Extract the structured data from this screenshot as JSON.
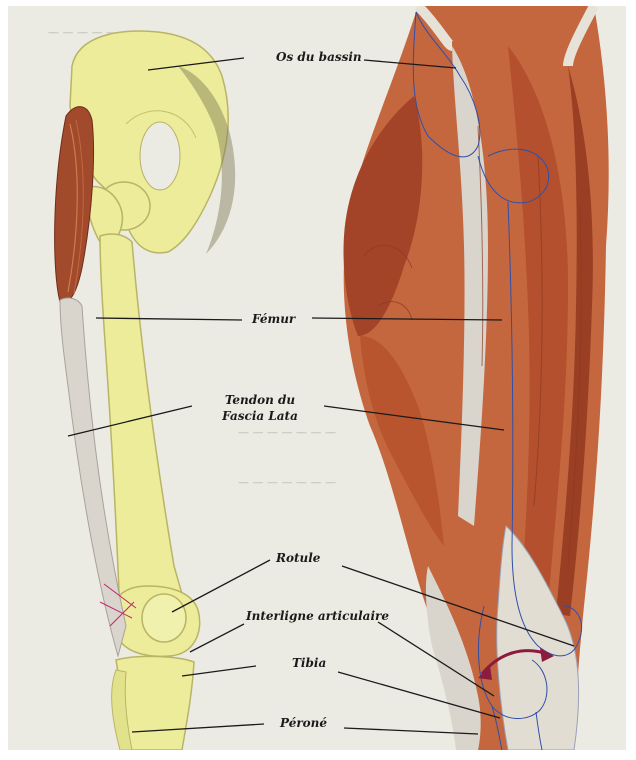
{
  "labels": {
    "os_du_bassin": "Os du bassin",
    "femur": "Fémur",
    "tendon_line1": "Tendon du",
    "tendon_line2": "Fascia Lata",
    "rotule": "Rotule",
    "interligne": "Interligne articulaire",
    "tibia": "Tibia",
    "perone": "Péroné"
  },
  "colors": {
    "paper": "#ecebe3",
    "bone": "#ecec9a",
    "bone_outline": "#b9b466",
    "muscle_dark": "#a24a2c",
    "muscle_light": "#cf7a52",
    "tendon": "#d9d4cc",
    "vein": "#2f4fa8",
    "arrow": "#8b1c3f",
    "leader_line": "#1a1a1a"
  },
  "icons": {
    "rotation_arrow": "curved-double-arrow-icon"
  }
}
